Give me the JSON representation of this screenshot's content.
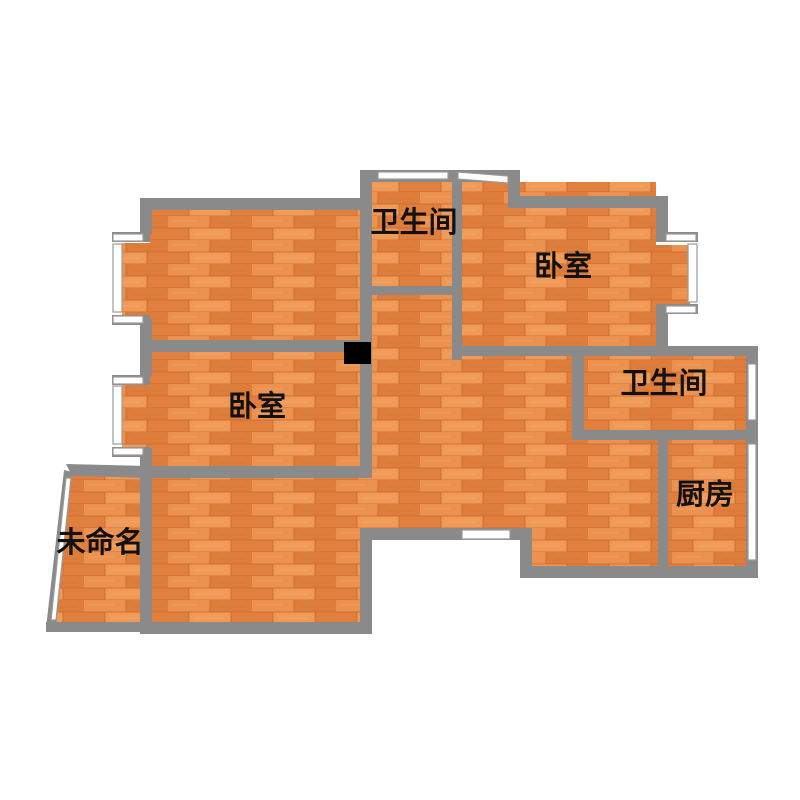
{
  "floorplan": {
    "rooms": [
      {
        "id": "bathroom-top",
        "label": "卫生间"
      },
      {
        "id": "bedroom-right",
        "label": "卧室"
      },
      {
        "id": "bedroom-left",
        "label": "卧室"
      },
      {
        "id": "bathroom-right",
        "label": "卫生间"
      },
      {
        "id": "kitchen",
        "label": "厨房"
      },
      {
        "id": "unnamed",
        "label": "未命名"
      }
    ]
  },
  "colors": {
    "floor_base": "#e98a45",
    "floor_dark": "#d4702e",
    "floor_light": "#f2a060",
    "wall": "#8a8a8a",
    "window": "#ffffff",
    "column": "#000000",
    "label": "#111111"
  }
}
